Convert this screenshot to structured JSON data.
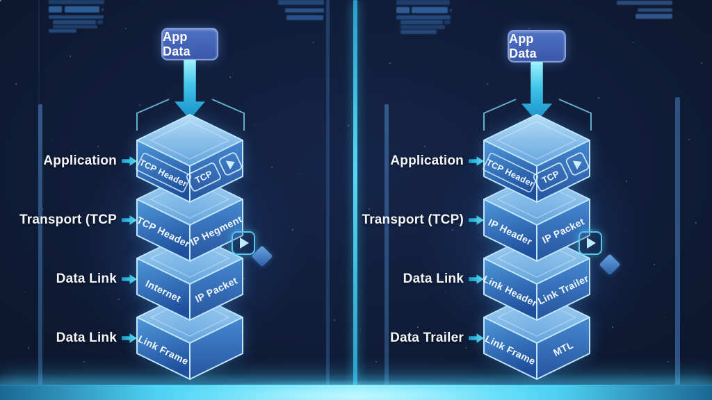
{
  "panels": [
    {
      "side": "left",
      "app_data": "App Data",
      "rows": [
        {
          "layer": "Application",
          "left_face": "TCP Header",
          "right_face": "TCP"
        },
        {
          "layer": "Transport (TCP",
          "left_face": "TCP Header",
          "right_face": "IP Hegment"
        },
        {
          "layer": "Data Link",
          "left_face": "Internet",
          "right_face": "IP Packet"
        },
        {
          "layer": "Data Link",
          "left_face": "Link Frame",
          "right_face": ""
        }
      ]
    },
    {
      "side": "right",
      "app_data": "App Data",
      "rows": [
        {
          "layer": "Application",
          "left_face": "TCP Header",
          "right_face": "TCP"
        },
        {
          "layer": "Transport (TCP)",
          "left_face": "IP Header",
          "right_face": "IP Packet"
        },
        {
          "layer": "Data Link",
          "left_face": "Link Header",
          "right_face": "Link Trailer"
        },
        {
          "layer": "Data Trailer",
          "left_face": "Link Frame",
          "right_face": "MTL"
        }
      ]
    }
  ],
  "icons": {
    "play": "▶",
    "right_arrow": "➤",
    "down_arrow": "▼",
    "diamond": "◆"
  },
  "colors": {
    "accent_cyan": "#4fd4f2",
    "divider_cyan": "#3fc8ec",
    "panel_line": "#2a4a78",
    "button_blue": "#4062b4",
    "cube_top": "#a6d4f4",
    "cube_face": "#3c7cc4",
    "glow_band": "#57dcfa",
    "background": "#0d1830"
  }
}
